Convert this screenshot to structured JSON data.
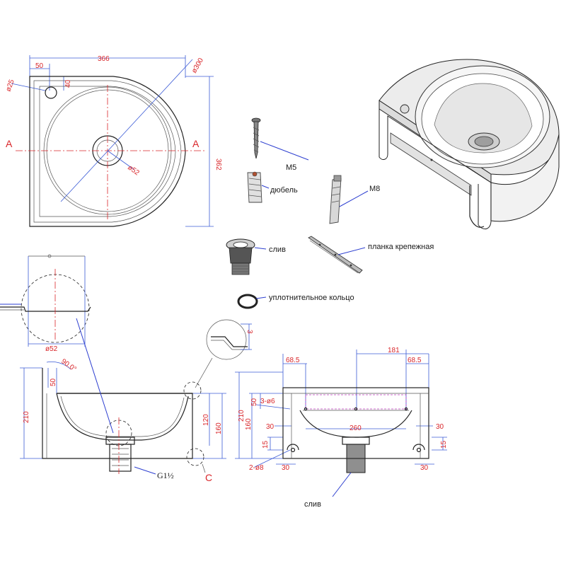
{
  "top_view": {
    "dim_width": "366",
    "dim_height": "362",
    "dim_offset": "50",
    "dim_hole_offset": "40",
    "dim_hole_dia": "ø25",
    "dim_radius": "ø300",
    "dim_drain": "ø52",
    "section_left": "A",
    "section_right": "A"
  },
  "detail_drain": {
    "dim_dia": "ø52"
  },
  "detail_rim": {
    "dim_thickness": "3"
  },
  "side_view": {
    "dim_angle": "90.0°",
    "dim_50": "50",
    "dim_210": "210",
    "dim_120": "120",
    "dim_160": "160",
    "thread_label": "G1½",
    "detail_label": "C"
  },
  "front_view": {
    "dim_68_5_left": "68.5",
    "dim_181": "181",
    "dim_68_5_right": "68.5",
    "dim_50": "50",
    "dim_210": "210",
    "dim_160": "160",
    "dim_holes": "3-ø6",
    "dim_30_left": "30",
    "dim_260": "260",
    "dim_30_right": "30",
    "dim_15_left": "15",
    "dim_15_right": "15",
    "dim_slots": "2-ø8",
    "dim_30_bottom_left": "30",
    "dim_30_bottom_right": "30",
    "drain_label": "слив"
  },
  "parts": {
    "screw_label": "M5",
    "dowel_label": "дюбель",
    "anchor_label": "M8",
    "drain_label": "слив",
    "bracket_label": "планка крепежная",
    "ring_label": "уплотнительное кольцо"
  }
}
